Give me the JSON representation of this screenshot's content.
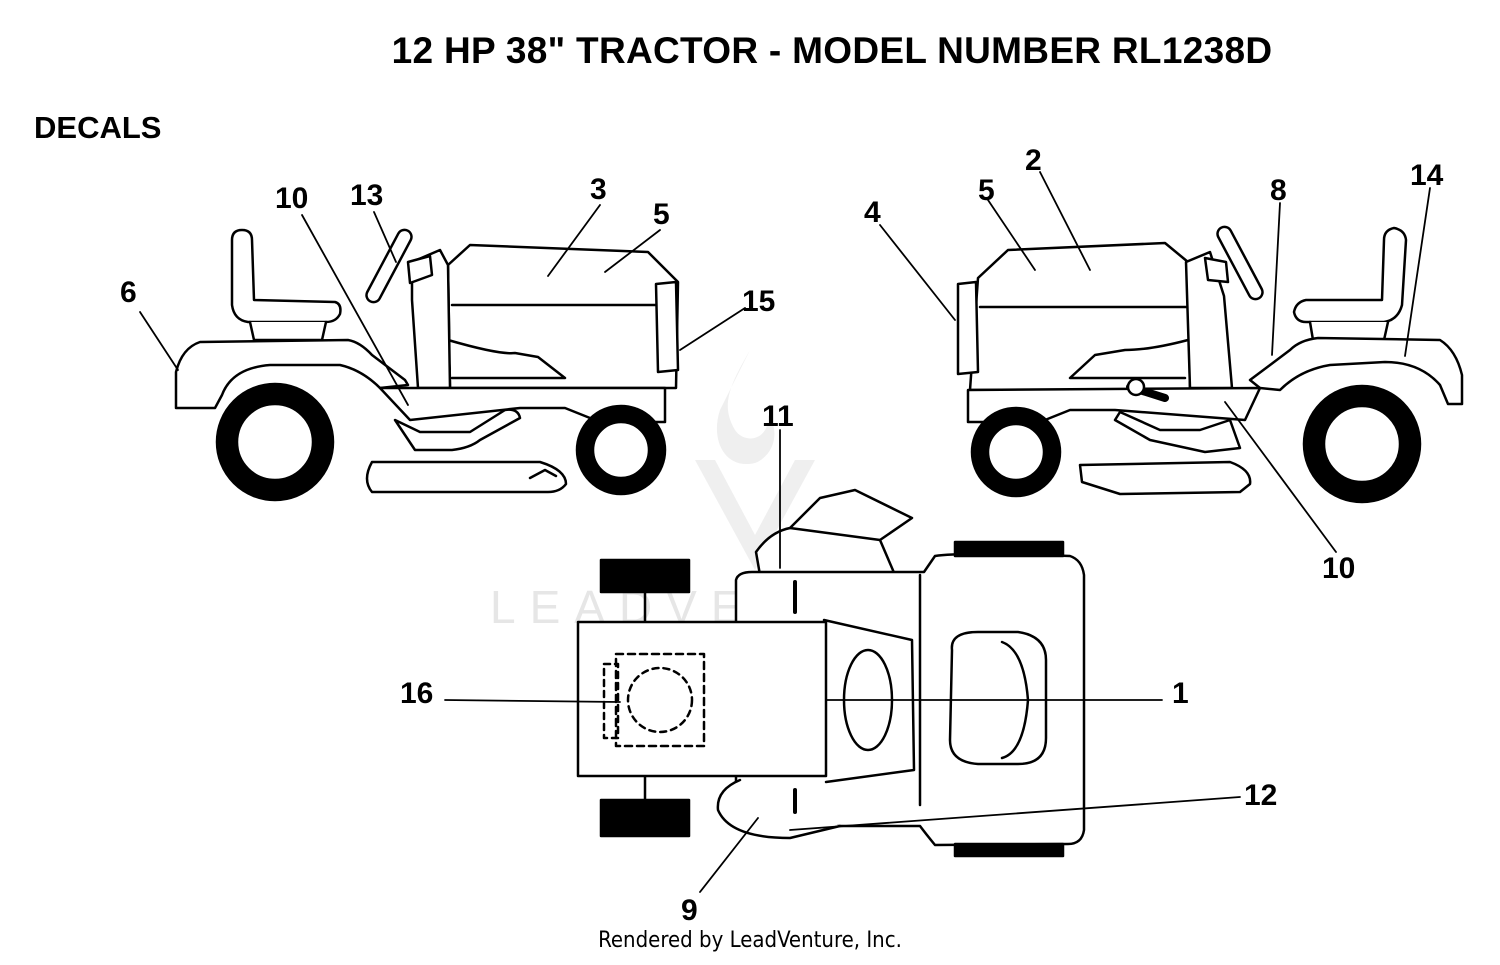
{
  "title": "12 HP 38\" TRACTOR - MODEL NUMBER RL1238D",
  "section": "DECALS",
  "watermark": "LEADVENTURE",
  "footer": "Rendered by LeadVenture, Inc.",
  "callouts": {
    "c1": "1",
    "c2": "2",
    "c3": "3",
    "c4": "4",
    "c5a": "5",
    "c5b": "5",
    "c6": "6",
    "c8": "8",
    "c9": "9",
    "c10a": "10",
    "c10b": "10",
    "c11": "11",
    "c12": "12",
    "c13": "13",
    "c14": "14",
    "c15": "15",
    "c16": "16"
  }
}
